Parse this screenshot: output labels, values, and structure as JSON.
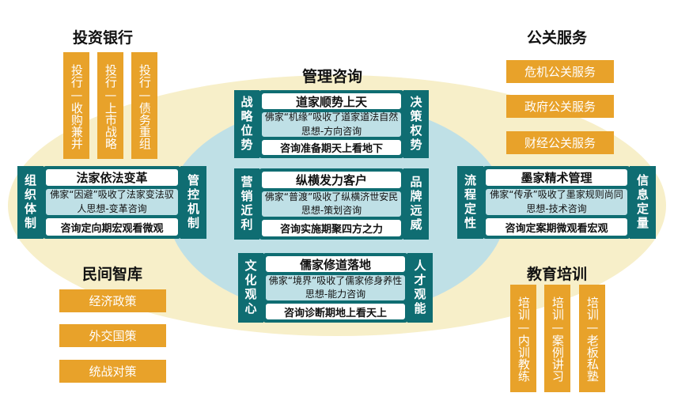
{
  "investment_banking": {
    "title": "投资银行",
    "items": [
      "投行—收购兼并",
      "投行—上市战略",
      "投行—债务重组"
    ]
  },
  "public_relations": {
    "title": "公关服务",
    "items": [
      "危机公关服务",
      "政府公关服务",
      "财经公关服务"
    ]
  },
  "think_tank": {
    "title": "民间智库",
    "items": [
      "经济政策",
      "外交国策",
      "统战对策"
    ]
  },
  "education": {
    "title": "教育培训",
    "items": [
      "培训—内训教练",
      "培训—案例讲习",
      "培训—老板私塾"
    ]
  },
  "management_consulting": {
    "title": "管理咨询",
    "blocks": [
      {
        "left": "战略位势",
        "right": "决策权势",
        "head": "道家顺势上天",
        "desc": "佛家“机缘”吸收了道家道法自然思想-方向咨询",
        "foot": "咨询准备期天上看地下"
      },
      {
        "left": "营销近利",
        "right": "品牌远威",
        "head": "纵横发力客户",
        "desc": "佛家“普渡”吸收了纵横济世安民思想-策划咨询",
        "foot": "咨询实施期聚四方之力"
      },
      {
        "left": "文化观心",
        "right": "人才观能",
        "head": "儒家修道落地",
        "desc": "佛家“境界”吸收了儒家修身养性思想-能力咨询",
        "foot": "咨询诊断期地上看天上"
      }
    ]
  },
  "legalist_block": {
    "left": "组织体制",
    "right": "管控机制",
    "head": "法家依法变革",
    "desc": "佛家“因避”吸收了法家变法驭人思想-变革咨询",
    "foot": "咨询定向期宏观看微观"
  },
  "mohist_block": {
    "left": "流程定性",
    "right": "信息定量",
    "head": "墨家精术管理",
    "desc": "佛家“传承”吸收了墨家规则尚同思想-技术咨询",
    "foot": "咨询定案期微观看宏观"
  },
  "colors": {
    "orange": "#e8a22a",
    "teal": "#0f6d72",
    "light_teal": "#bfe0e6",
    "cream": "#f7efc9"
  }
}
